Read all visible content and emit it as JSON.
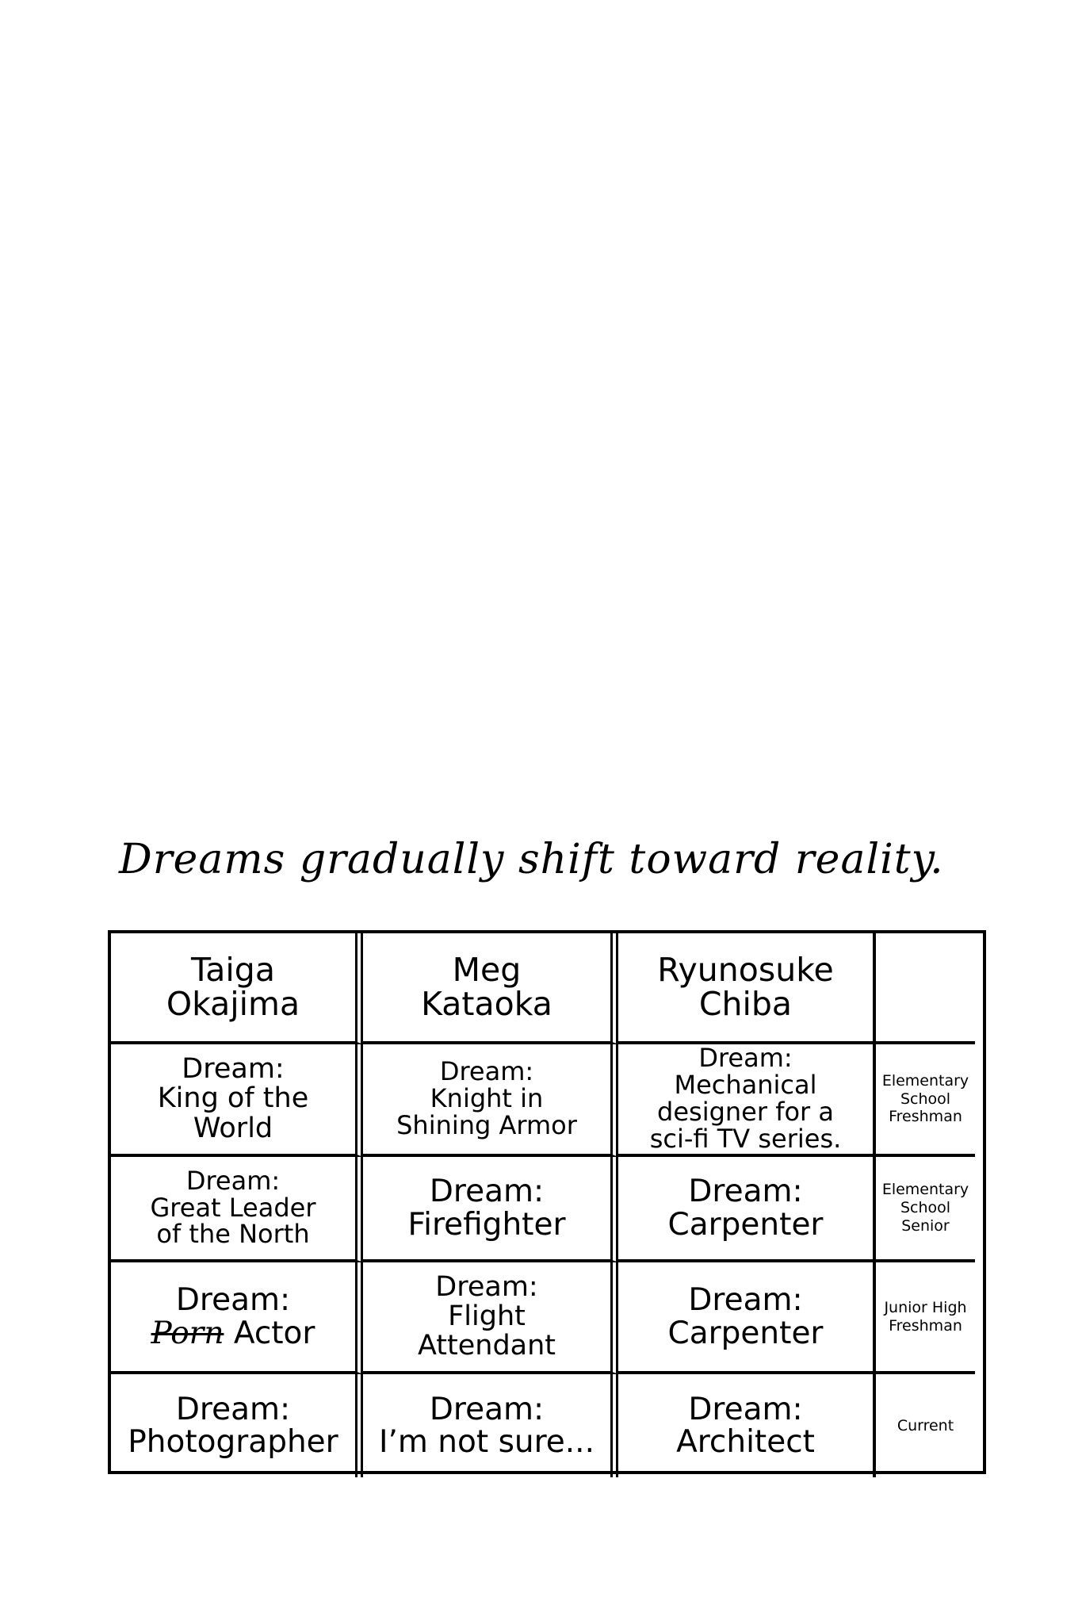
{
  "title": "Dreams gradually shift toward reality.",
  "header": {
    "names": [
      "Taiga\nOkajima",
      "Meg\nKataoka",
      "Ryunosuke\nChiba"
    ],
    "stage_column": ""
  },
  "rows": [
    {
      "stage": "Elementary\nSchool\nFreshman",
      "cells": [
        "Dream:\nKing of the\nWorld",
        "Dream:\nKnight in\nShining Armor",
        "Dream:\nMechanical\ndesigner for a\nsci-fi TV series."
      ]
    },
    {
      "stage": "Elementary\nSchool\nSenior",
      "cells": [
        "Dream:\nGreat Leader\nof the North",
        "Dream:\nFirefighter",
        "Dream:\nCarpenter"
      ]
    },
    {
      "stage": "Junior High\nFreshman",
      "cells": [
        {
          "line1": "Dream:",
          "struck": "Porn",
          "rest": " Actor"
        },
        "Dream:\nFlight\nAttendant",
        "Dream:\nCarpenter"
      ]
    },
    {
      "stage": "Current",
      "cells": [
        "Dream:\nPhotographer",
        "Dream:\nI’m not sure...",
        "Dream:\nArchitect"
      ]
    }
  ]
}
